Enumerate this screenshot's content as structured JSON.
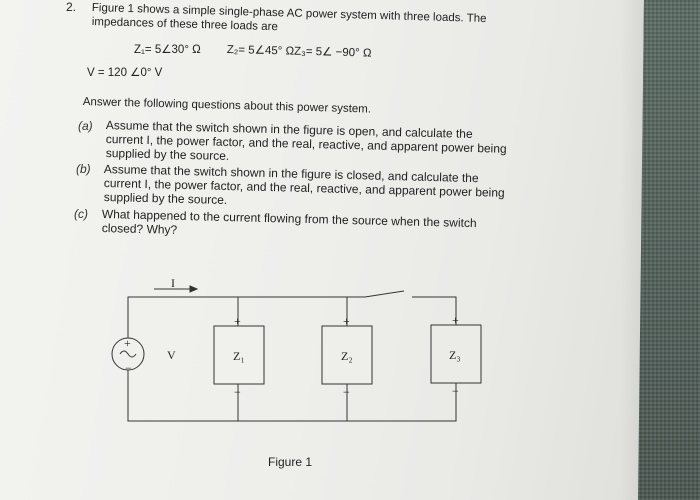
{
  "problem": {
    "number": "2.",
    "intro_line1": "Figure 1 shows a simple single-phase AC power system with three loads. The",
    "intro_line2": "impedances of these three loads are",
    "z1": "Z₁= 5∠30° Ω",
    "z2": "Z₂= 5∠45° ΩZ₃= 5∠ −90° Ω",
    "voltage": "V = 120 ∠0° V",
    "answer_prompt": "Answer the following questions about this power system."
  },
  "questions": [
    {
      "label": "(a)",
      "lines": [
        "Assume that the switch shown in the figure is open, and calculate the",
        "current I, the power factor, and the real, reactive, and apparent power being",
        "supplied by the source."
      ]
    },
    {
      "label": "(b)",
      "lines": [
        "Assume that the switch shown in the figure is closed, and calculate the",
        "current I, the power factor, and the real, reactive, and apparent power being",
        "supplied by the source."
      ]
    },
    {
      "label": "(c)",
      "lines": [
        "What happened to the current flowing from the source when the switch",
        "closed? Why?"
      ]
    }
  ],
  "figure": {
    "current_label": "I",
    "source_plus": "+",
    "source_minus": "−",
    "voltage_label": "V",
    "load_labels": [
      "Z₁",
      "Z₂",
      "Z₃"
    ],
    "plus": "+",
    "minus": "−",
    "caption": "Figure 1"
  }
}
